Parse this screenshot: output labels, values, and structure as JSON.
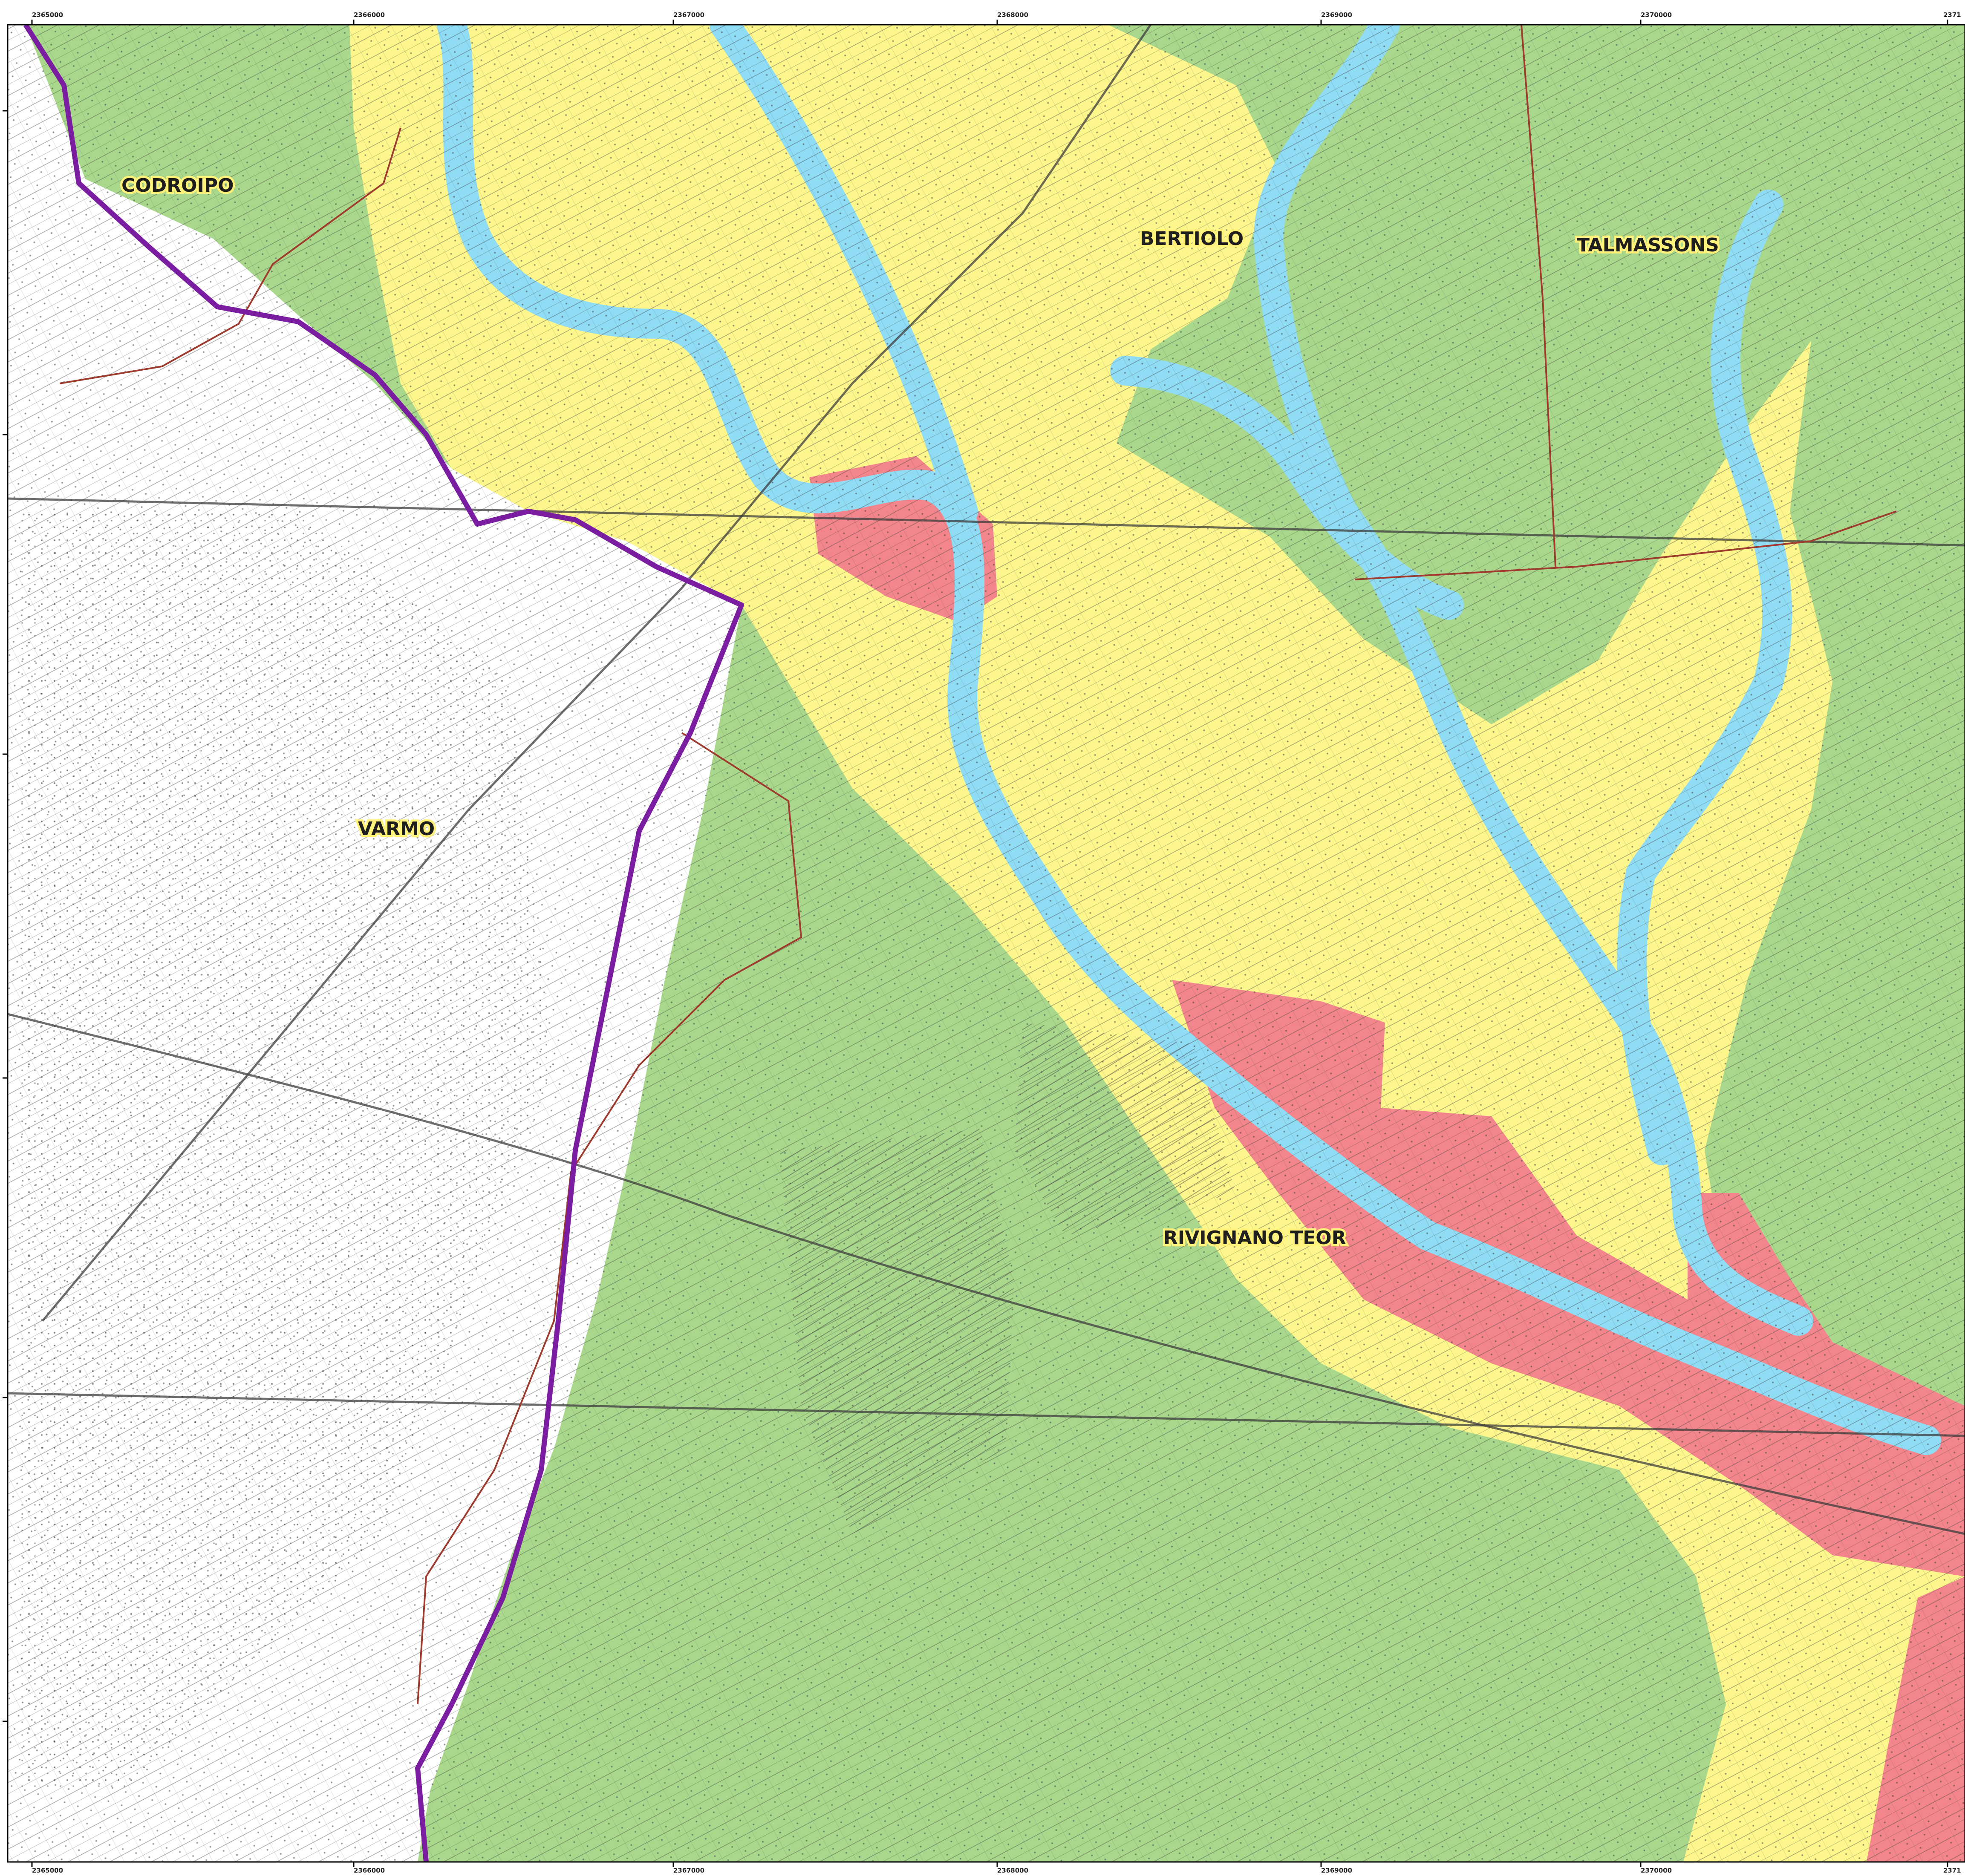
{
  "map": {
    "colors": {
      "paper": "#ffffff",
      "green": "#a9d88c",
      "yellow": "#fdf68c",
      "blue": "#8fdcf4",
      "red": "#f2868c",
      "boundary": "#7a1da0",
      "topo": "#3c3c3c",
      "minor_boundary": "#9e3b2e"
    },
    "places": [
      {
        "name": "CODROIPO"
      },
      {
        "name": "BERTIOLO"
      },
      {
        "name": "TALMASSONS"
      },
      {
        "name": "VARMO"
      },
      {
        "name": "RIVIGNANO TEOR"
      }
    ],
    "grid": {
      "x_labels": [
        "2365000",
        "2366000",
        "2367000",
        "2368000",
        "2369000",
        "2370000",
        "2371"
      ]
    }
  }
}
